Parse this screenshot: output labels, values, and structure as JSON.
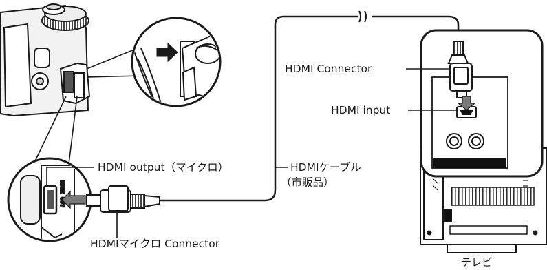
{
  "labels": {
    "hdmi_output": "HDMI output（マイクロ）",
    "hdmi_micro_connector": "HDMIマイクロ Connector",
    "hdmi_cable_line1": "HDMIケーブル",
    "hdmi_cable_line2": "（市販品）",
    "hdmi_connector": "HDMI Connector",
    "hdmi_input": "HDMI input",
    "tv": "テレビ"
  },
  "port_marking": "HDMI OUT",
  "icons": [
    "camera-illustration",
    "finger-press-icon",
    "arrow-right-icon",
    "arrow-left-icon",
    "arrow-down-icon",
    "cable-break-symbol",
    "tv-illustration"
  ],
  "colors": {
    "line": "#1a1a1a",
    "arrow_fill": "#7a7a7a",
    "camera_fill": "#f2f2f2"
  }
}
